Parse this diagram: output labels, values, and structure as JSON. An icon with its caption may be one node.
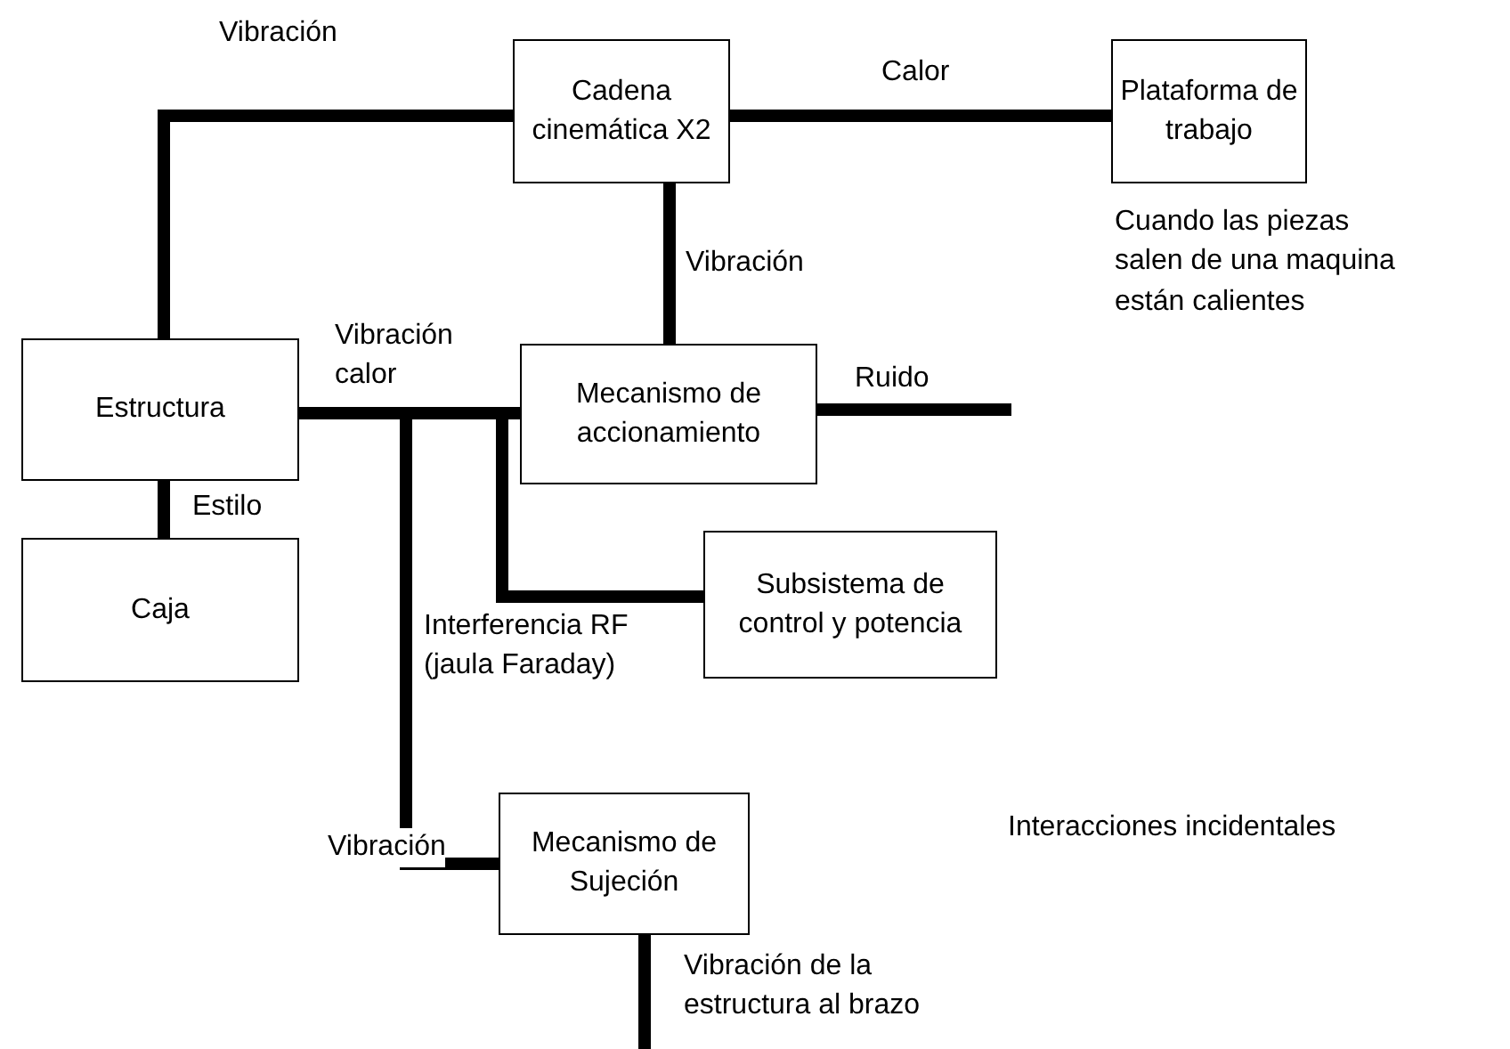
{
  "diagram": {
    "nodes": [
      {
        "text": [
          "Cadena cinemática X2"
        ]
      },
      {
        "text": [
          "Plataforma de trabajo"
        ],
        "beside": [
          "Cuando las piezas salen de una maquina están calientes"
        ]
      },
      {
        "text": [
          "Estructura"
        ]
      },
      {
        "text": [
          "Mecanismo de accionamiento"
        ]
      },
      {
        "text": [
          "Caja"
        ]
      },
      {
        "text": [
          "Subsistema de control y potencia"
        ]
      },
      {
        "text": [
          "Mecanismo de Sujeción"
        ]
      }
    ],
    "edges": [
      {
        "from": 2,
        "to": 0,
        "arrow": "none",
        "label": "Vibración"
      },
      {
        "from": 0,
        "to": 1,
        "arrow": "none",
        "label": "Calor"
      },
      {
        "from": 0,
        "to": 3,
        "arrow": "none",
        "label": "Vibración"
      },
      {
        "from": 2,
        "to": 3,
        "arrow": "none",
        "label": "Vibración calor"
      },
      {
        "from": 3,
        "to": null,
        "arrow": "none",
        "label": "Ruido"
      },
      {
        "from": 2,
        "to": 4,
        "arrow": "none",
        "label": "Estilo"
      },
      {
        "from": 2,
        "to": 5,
        "arrow": "none",
        "label": "Interferencia RF (jaula Faraday)"
      },
      {
        "from": 2,
        "to": 6,
        "arrow": "none",
        "label": "Vibración"
      },
      {
        "from": 6,
        "to": null,
        "arrow": "none",
        "label": "Vibración de la estructura al brazo"
      }
    ],
    "labels": [
      "Interacciones incidentales"
    ]
  }
}
